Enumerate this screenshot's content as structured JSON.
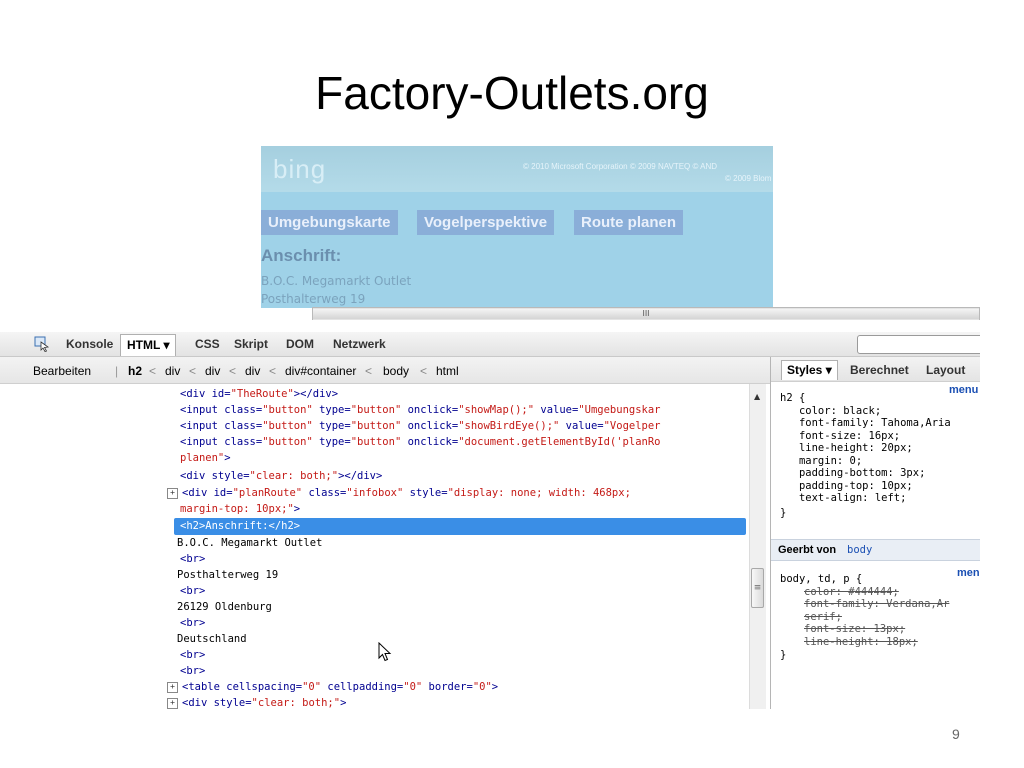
{
  "slide": {
    "title": "Factory-Outlets.org",
    "page_number": "9"
  },
  "preview": {
    "bing_logo": "bing",
    "copyright_line1": "© 2010 Microsoft Corporation   © 2009 NAVTEQ   © AND",
    "copyright_line2": "© 2009 Blom",
    "buttons": [
      "Umgebungskarte",
      "Vogelperspektive",
      "Route planen"
    ],
    "heading": "Anschrift:",
    "lines": [
      "B.O.C. Megamarkt Outlet",
      "Posthalterweg 19"
    ]
  },
  "scrollbar": {
    "grip": "III"
  },
  "firebug": {
    "tabs": {
      "console": "Konsole",
      "html": "HTML ▾",
      "css": "CSS",
      "script": "Skript",
      "dom": "DOM",
      "network": "Netzwerk"
    },
    "breadcrumb": {
      "edit": "Bearbeiten",
      "items": [
        "h2",
        "div",
        "div",
        "div",
        "div#container",
        "body",
        "html"
      ]
    },
    "code": [
      {
        "a": "<div id=",
        "v": "\"TheRoute\"",
        "b": "></div>"
      },
      {
        "a": "<input class=",
        "v": "\"button\"",
        "b": " type=",
        "v2": "\"button\"",
        "c": " onclick=",
        "v3": "\"showMap();\"",
        "d": " value=",
        "v4": "\"Umgebungskar"
      },
      {
        "a": "<input class=",
        "v": "\"button\"",
        "b": " type=",
        "v2": "\"button\"",
        "c": " onclick=",
        "v3": "\"showBirdEye();\"",
        "d": " value=",
        "v4": "\"Vogelper"
      },
      {
        "a": "<input class=",
        "v": "\"button\"",
        "b": " type=",
        "v2": "\"button\"",
        "c": " onclick=",
        "v3": "\"document.getElementById('planRo"
      },
      {
        "v": "planen\"",
        "b": ">"
      },
      {
        "a": "<div style=",
        "v": "\"clear: both;\"",
        "b": "></div>"
      },
      {
        "a": "<div id=",
        "v": "\"planRoute\"",
        "b": " class=",
        "v2": "\"infobox\"",
        "c": " style=",
        "v3": "\"display: none; width: 468px;"
      },
      {
        "v": "margin-top: 10px;\"",
        "b": ">"
      },
      {
        "a": "<h2>Anschrift:</h2>"
      },
      {
        "t": "B.O.C. Megamarkt Outlet"
      },
      {
        "a": "<br>"
      },
      {
        "t": "Posthalterweg 19"
      },
      {
        "a": "<br>"
      },
      {
        "t": "26129 Oldenburg"
      },
      {
        "a": "<br>"
      },
      {
        "t": "Deutschland"
      },
      {
        "a": "<br>"
      },
      {
        "a": "<br>"
      },
      {
        "a": "<table cellspacing=",
        "v": "\"0\"",
        "b": " cellpadding=",
        "v2": "\"0\"",
        "c": " border=",
        "v3": "\"0\"",
        "d": ">"
      },
      {
        "a": "<div style=",
        "v": "\"clear: both;\"",
        "b": ">"
      }
    ],
    "expander_symbol": "+",
    "side_tabs": {
      "styles": "Styles ▾",
      "computed": "Berechnet",
      "layout": "Layout"
    },
    "rule1": {
      "link": "menu",
      "lines": [
        "h2 {",
        "   color: black;",
        "   font-family: Tahoma,Aria",
        "   font-size: 16px;",
        "   line-height: 20px;",
        "   margin: 0;",
        "   padding-bottom: 3px;",
        "   padding-top: 10px;",
        "   text-align: left;",
        "}"
      ]
    },
    "inherited": {
      "label": "Geerbt von",
      "element": "body"
    },
    "rule2": {
      "link": "men",
      "selector": "body, td, p {",
      "struck": [
        "color: #444444;",
        "font-family: Verdana,Ar",
        "serif;",
        "font-size: 13px;",
        "line-height: 18px;"
      ],
      "close": "}"
    }
  }
}
